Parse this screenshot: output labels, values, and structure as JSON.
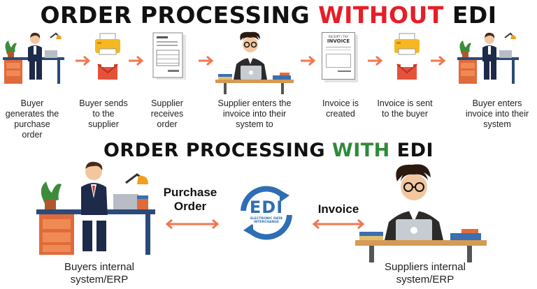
{
  "colors": {
    "red": "#e61e28",
    "green": "#2e8b3a",
    "arrow": "#f07850",
    "edi_blue": "#2e6eb4"
  },
  "title_top": {
    "prefix": "ORDER PROCESSING ",
    "highlight": "WITHOUT",
    "suffix": " EDI"
  },
  "title_bottom": {
    "prefix": "ORDER PROCESSING ",
    "highlight": "WITH",
    "suffix": " EDI"
  },
  "steps": [
    {
      "text": "Buyer generates the purchase order",
      "icon": "buyer-desk-icon"
    },
    {
      "text": "Buyer sends to the supplier",
      "icon": "printer-mail-icon"
    },
    {
      "text": "Supplier receives order",
      "icon": "paper-document-icon"
    },
    {
      "text": "Supplier enters the invoice into their system to",
      "icon": "supplier-laptop-icon"
    },
    {
      "text": "Invoice is created",
      "icon": "invoice-document-icon"
    },
    {
      "text": "Invoice is sent to the buyer",
      "icon": "printer-mail-icon"
    },
    {
      "text": "Buyer enters invoice into their system",
      "icon": "buyer-desk-icon"
    }
  ],
  "invoice_doc": {
    "small": "RECEIPT / TAX",
    "heading": "INVOICE"
  },
  "edi": {
    "logo": "EDI",
    "subtitle_line1": "ELECTRONIC DATA",
    "subtitle_line2": "INTERCHANGE"
  },
  "flow": {
    "left_label_line1": "Purchase",
    "left_label_line2": "Order",
    "right_label": "Invoice",
    "buyer_caption_line1": "Buyers internal",
    "buyer_caption_line2": "system/ERP",
    "supplier_caption_line1": "Suppliers internal",
    "supplier_caption_line2": "system/ERP"
  }
}
